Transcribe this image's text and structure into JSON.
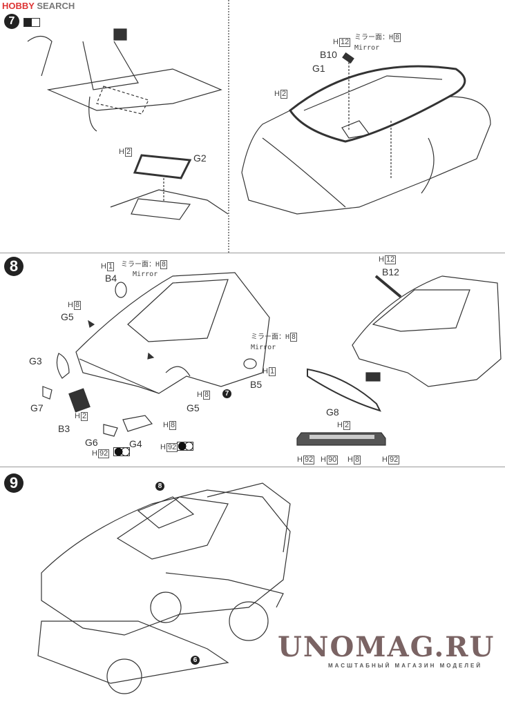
{
  "watermark": {
    "brand_red": "HOBBY",
    "brand_gray": "SEARCH"
  },
  "steps": {
    "s7": "7",
    "s8": "8",
    "s9": "9"
  },
  "step7": {
    "left": {
      "g2": "G2",
      "h2": {
        "h": "H",
        "n": "2"
      }
    },
    "right": {
      "b10": "B10",
      "g1": "G1",
      "h12": {
        "h": "H",
        "n": "12"
      },
      "h2": {
        "h": "H",
        "n": "2"
      },
      "mirror_jp": "ミラー面：H",
      "mirror_n": "8",
      "mirror_en": "Mirror"
    }
  },
  "step8": {
    "b4": "B4",
    "b4_h": {
      "h": "H",
      "n": "1"
    },
    "b4_mirror_jp": "ミラー面：H",
    "b4_mirror_n": "8",
    "b4_mirror_en": "Mirror",
    "g5a": "G5",
    "g5a_h": {
      "h": "H",
      "n": "8"
    },
    "g3": "G3",
    "g7": "G7",
    "b3": "B3",
    "b3_h": {
      "h": "H",
      "n": "2"
    },
    "g6": "G6",
    "g6_h": {
      "h": "H",
      "n": "92"
    },
    "g4": "G4",
    "g4_h": {
      "h": "H",
      "n": "92"
    },
    "g4_h8": {
      "h": "H",
      "n": "8"
    },
    "g5b": "G5",
    "g5b_h": {
      "h": "H",
      "n": "8"
    },
    "ref7": "7",
    "b5": "B5",
    "b5_h": {
      "h": "H",
      "n": "1"
    },
    "b5_mirror_jp": "ミラー面：H",
    "b5_mirror_n": "8",
    "b5_mirror_en": "Mirror",
    "b12": "B12",
    "b12_h": {
      "h": "H",
      "n": "12"
    },
    "g8": "G8",
    "bar_h2": {
      "h": "H",
      "n": "2"
    },
    "bar_h92a": {
      "h": "H",
      "n": "92"
    },
    "bar_h90": {
      "h": "H",
      "n": "90"
    },
    "bar_h8": {
      "h": "H",
      "n": "8"
    },
    "bar_h92b": {
      "h": "H",
      "n": "92"
    }
  },
  "step9": {
    "ref8": "8",
    "ref6": "6"
  },
  "shop": {
    "name": "UNOMAG.RU",
    "tagline": "МАСШТАБНЫЙ МАГАЗИН МОДЕЛЕЙ"
  }
}
